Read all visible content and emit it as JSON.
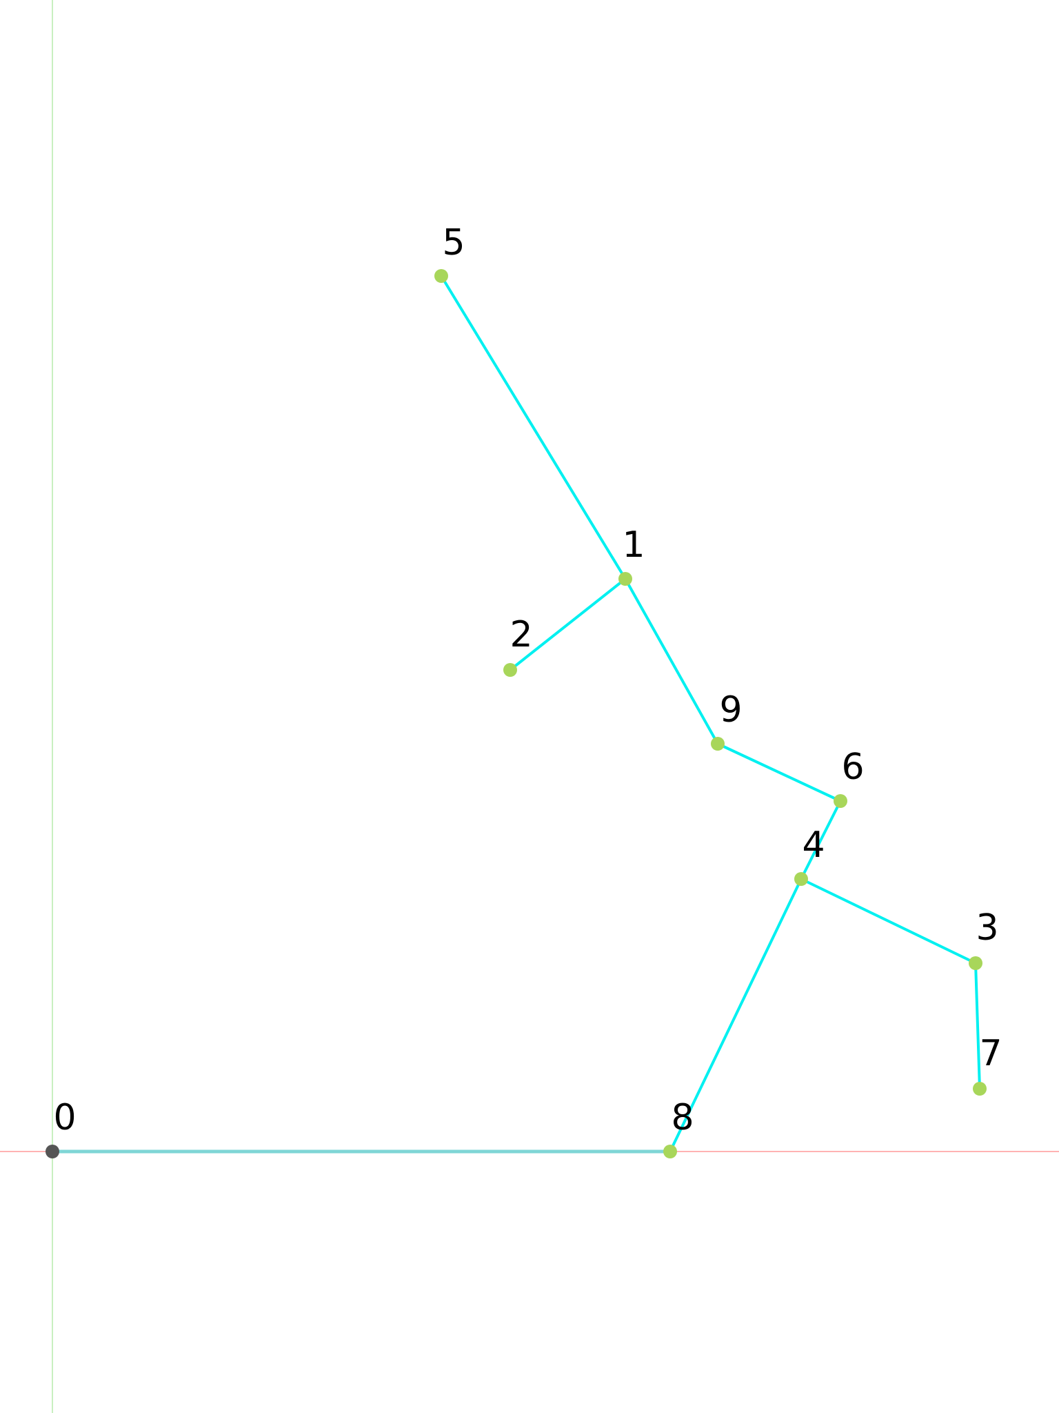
{
  "colors": {
    "background": "#ffffff",
    "edge": "#00f0f0",
    "root_edge": "#7fd6d6",
    "node": "#a8d65a",
    "root_node": "#555555",
    "x_axis": "#ffb3b3",
    "y_axis": "#c8f0c0",
    "label": "#000000"
  },
  "root": "0",
  "nodes": [
    {
      "id": "0",
      "label": "0",
      "root": true
    },
    {
      "id": "1",
      "label": "1"
    },
    {
      "id": "2",
      "label": "2"
    },
    {
      "id": "3",
      "label": "3"
    },
    {
      "id": "4",
      "label": "4"
    },
    {
      "id": "5",
      "label": "5"
    },
    {
      "id": "6",
      "label": "6"
    },
    {
      "id": "7",
      "label": "7"
    },
    {
      "id": "8",
      "label": "8"
    },
    {
      "id": "9",
      "label": "9"
    }
  ],
  "edges": [
    {
      "from": "0",
      "to": "8"
    },
    {
      "from": "8",
      "to": "4"
    },
    {
      "from": "4",
      "to": "6"
    },
    {
      "from": "4",
      "to": "3"
    },
    {
      "from": "3",
      "to": "7"
    },
    {
      "from": "6",
      "to": "9"
    },
    {
      "from": "9",
      "to": "1"
    },
    {
      "from": "1",
      "to": "5"
    },
    {
      "from": "1",
      "to": "2"
    }
  ]
}
